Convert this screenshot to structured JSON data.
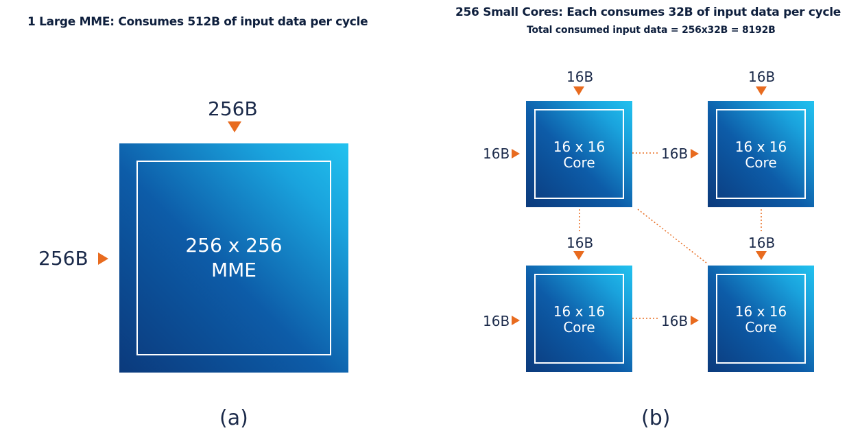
{
  "panel_a": {
    "heading": "1 Large MME: Consumes 512B of input data per cycle",
    "top_input": "256B",
    "left_input": "256B",
    "block_line1": "256 x 256",
    "block_line2": "MME",
    "caption": "(a)"
  },
  "panel_b": {
    "heading": "256 Small Cores: Each consumes 32B of input data per cycle",
    "subheading": "Total consumed input data = 256x32B = 8192B",
    "cores": [
      {
        "line1": "16 x 16",
        "line2": "Core",
        "top_input": "16B",
        "left_input": "16B"
      },
      {
        "line1": "16 x 16",
        "line2": "Core",
        "top_input": "16B",
        "left_input": "16B"
      },
      {
        "line1": "16 x 16",
        "line2": "Core",
        "top_input": "16B",
        "left_input": "16B"
      },
      {
        "line1": "16 x 16",
        "line2": "Core",
        "top_input": "16B",
        "left_input": "16B"
      }
    ],
    "caption": "(b)"
  },
  "colors": {
    "arrow": "#e86b1f",
    "block_dark": "#0b3a7c",
    "block_light": "#22c2ef",
    "text": "#1b2a4a"
  }
}
